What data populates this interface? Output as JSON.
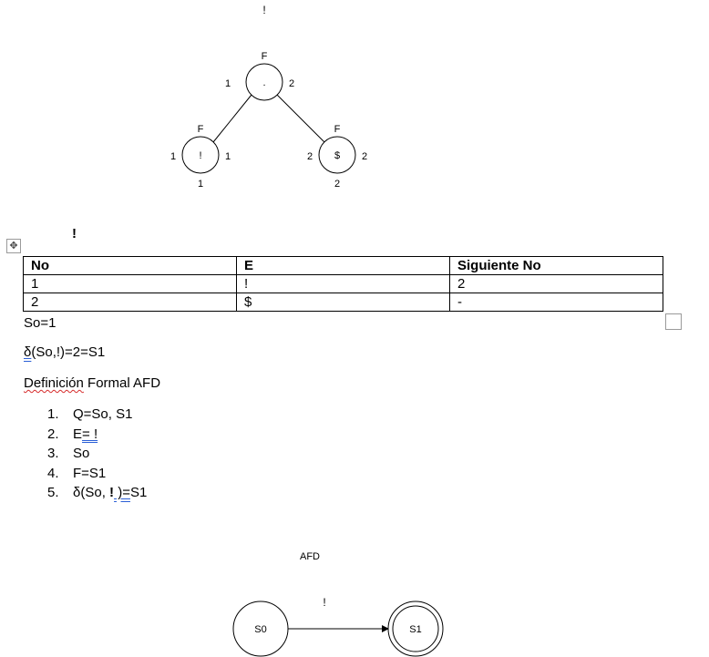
{
  "tree": {
    "top_label": "!",
    "root": {
      "symbol": ".",
      "marker": "F",
      "left": "1",
      "right": "2"
    },
    "left_node": {
      "symbol": "!",
      "marker": "F",
      "left": "1",
      "right": "1",
      "bottom": "1"
    },
    "right_node": {
      "symbol": "$",
      "marker": "F",
      "left": "2",
      "right": "2",
      "bottom": "2"
    }
  },
  "table_caption": "!",
  "table": {
    "headers": [
      "No",
      "E",
      "Siguiente No"
    ],
    "rows": [
      [
        "1",
        "!",
        "2"
      ],
      [
        "2",
        "$",
        "-"
      ]
    ]
  },
  "so_line": "So=1",
  "delta_line": {
    "delta": "δ",
    "rest": "(So,!)=2=S1"
  },
  "formal_heading": {
    "word": "Definición",
    "rest": " Formal AFD"
  },
  "formal_items": [
    {
      "num": "1.",
      "text": "Q=So, S1"
    },
    {
      "num": "2.",
      "pre": "E",
      "underlined": "= !",
      "post": ""
    },
    {
      "num": "3.",
      "text": "So"
    },
    {
      "num": "4.",
      "text": "F=S1"
    },
    {
      "num": "5.",
      "pre": "δ(So, ",
      "bar": "!",
      "underlined": " )=",
      "post": "S1"
    }
  ],
  "afd": {
    "title": "AFD",
    "transition_label": "!",
    "start_state": "S0",
    "final_state": "S1"
  }
}
